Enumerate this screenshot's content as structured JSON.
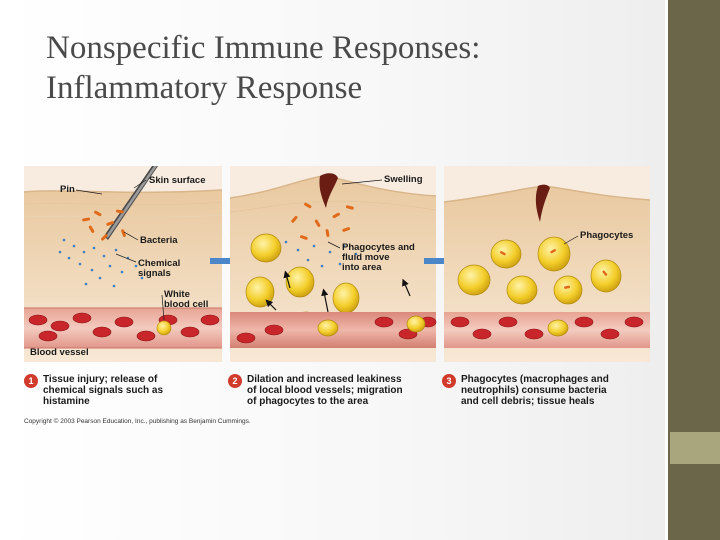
{
  "slide": {
    "title_line1": "Nonspecific Immune Responses:",
    "title_line2": "Inflammatory Response"
  },
  "figure": {
    "panel1": {
      "labels": {
        "pin": "Pin",
        "skin_surface": "Skin surface",
        "bacteria": "Bacteria",
        "chemical_signals_1": "Chemical",
        "chemical_signals_2": "signals",
        "white_blood_cell_1": "White",
        "white_blood_cell_2": "blood cell",
        "blood_vessel": "Blood vessel"
      },
      "step_number": "1",
      "caption_line1": "Tissue injury; release of",
      "caption_line2": "chemical signals such as",
      "caption_line3": "histamine"
    },
    "panel2": {
      "labels": {
        "swelling": "Swelling",
        "phagocytes_fluid_1": "Phagocytes and",
        "phagocytes_fluid_2": "fluid move",
        "phagocytes_fluid_3": "into area"
      },
      "step_number": "2",
      "caption_line1": "Dilation and increased leakiness",
      "caption_line2": "of local blood vessels; migration",
      "caption_line3": "of phagocytes to the area"
    },
    "panel3": {
      "labels": {
        "phagocytes": "Phagocytes"
      },
      "step_number": "3",
      "caption_line1": "Phagocytes (macrophages and",
      "caption_line2": "neutrophils) consume bacteria",
      "caption_line3": "and cell debris; tissue heals"
    },
    "copyright": "Copyright © 2003 Pearson Education, Inc., publishing as Benjamin Cummings.",
    "colors": {
      "skin": "#f3d9b3",
      "tissue": "#f6e7d4",
      "vessel_wall": "#e8a08f",
      "vessel_lumen": "#f2c2b6",
      "red_cell": "#c8262a",
      "phagocyte": "#f0c81e",
      "arrow_blue": "#4a86c8",
      "badge": "#d13b2c"
    }
  }
}
